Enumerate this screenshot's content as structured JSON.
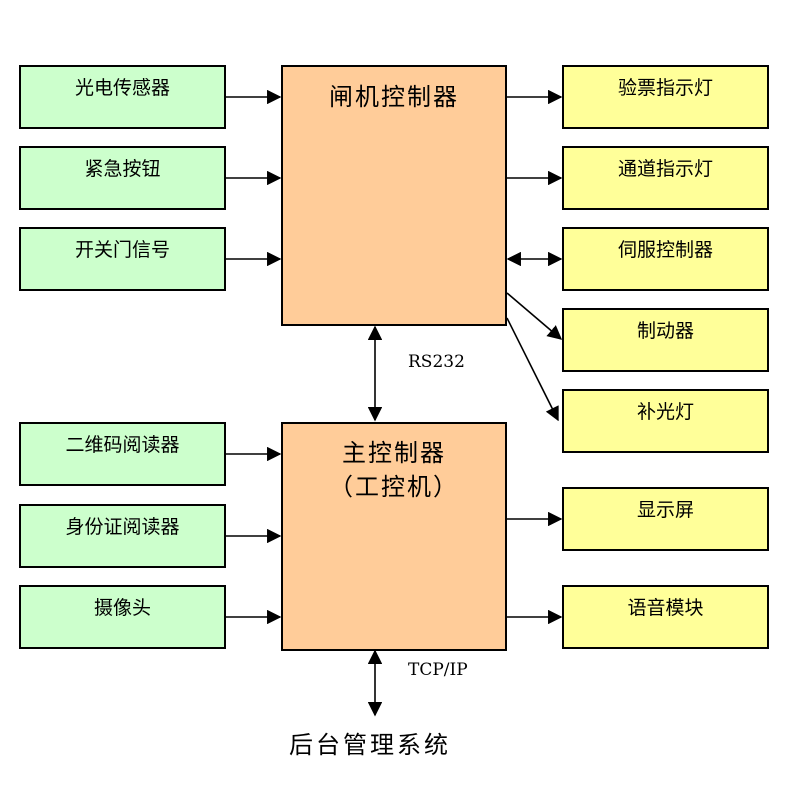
{
  "inputs_top": [
    "光电传感器",
    "紧急按钮",
    "开关门信号"
  ],
  "inputs_bottom": [
    "二维码阅读器",
    "身份证阅读器",
    "摄像头"
  ],
  "outputs_top": [
    "验票指示灯",
    "通道指示灯",
    "伺服控制器",
    "制动器",
    "补光灯"
  ],
  "outputs_bottom": [
    "显示屏",
    "语音模块"
  ],
  "gate_controller": "闸机控制器",
  "main_controller": {
    "line1": "主控制器",
    "line2": "（工控机）"
  },
  "link_rs232": "RS232",
  "link_tcpip": "TCP/IP",
  "backend": "后台管理系统",
  "colors": {
    "input_fill": "#ccffcc",
    "output_fill": "#ffff99",
    "controller_fill": "#ffcc99"
  }
}
